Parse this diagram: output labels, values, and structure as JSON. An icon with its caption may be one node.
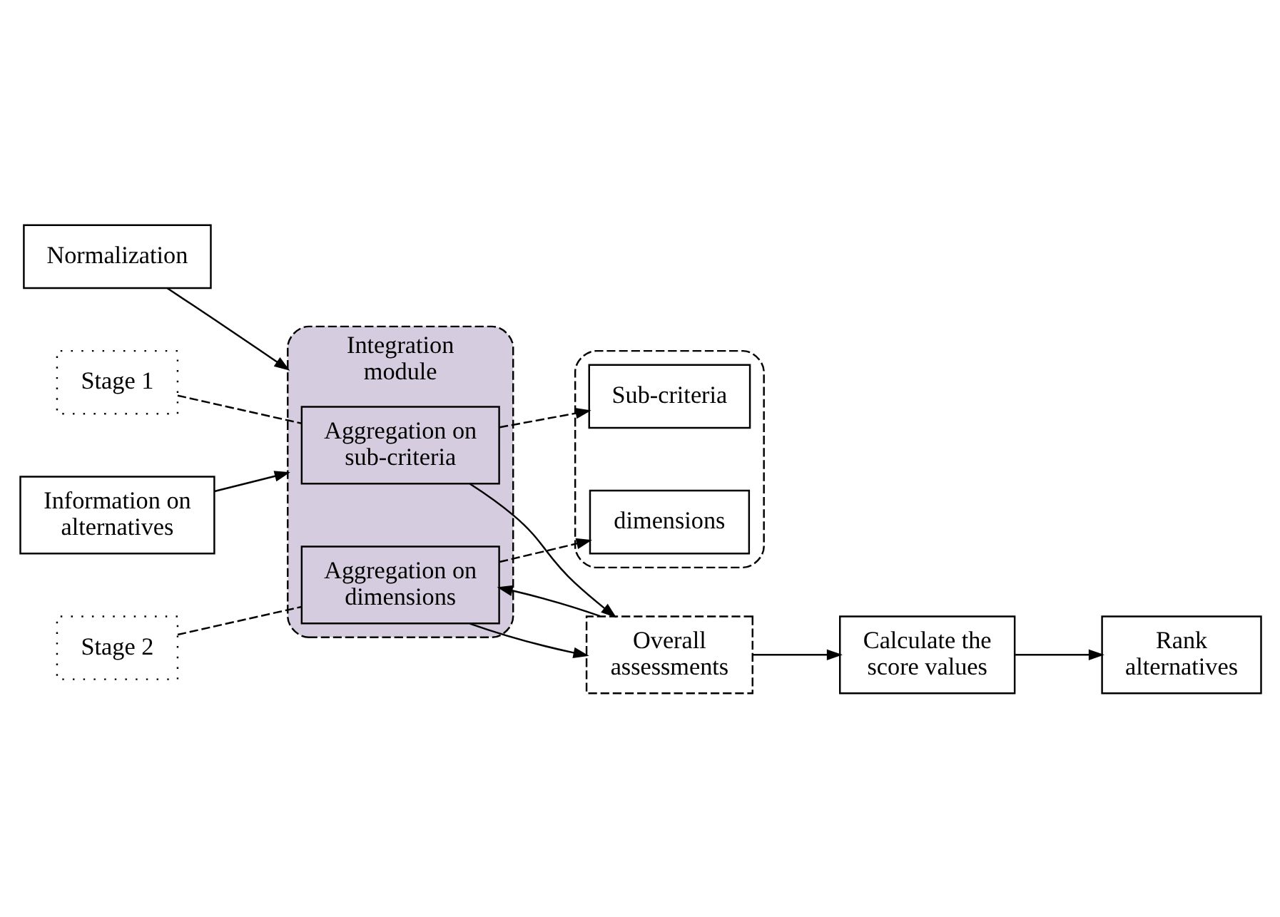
{
  "diagram": {
    "nodes": [
      {
        "text": [
          "Information on alternatives"
        ]
      },
      {
        "text": [
          "Normalization"
        ]
      },
      {
        "text": [
          "Integration module"
        ]
      },
      {
        "text": [
          "Aggregation on sub-criteria"
        ],
        "in": 2
      },
      {
        "text": [
          "Aggregation on dimensions"
        ],
        "in": 2
      },
      {
        "text": [],
        "shape": "box"
      },
      {
        "text": [
          "Sub-criteria"
        ],
        "in": 5
      },
      {
        "text": [
          "dimensions"
        ],
        "in": 5
      },
      {
        "text": [
          "Stage 1"
        ]
      },
      {
        "text": [
          "Stage 2"
        ]
      },
      {
        "text": [
          "Overall assessments"
        ]
      },
      {
        "text": [
          "Calculate the score values"
        ]
      },
      {
        "text": [
          "Rank alternatives"
        ]
      }
    ],
    "edges": [
      {
        "from": 0,
        "to": 2,
        "arrow": "to"
      },
      {
        "from": 1,
        "to": 2,
        "arrow": "to"
      },
      {
        "from": 3,
        "to": 6,
        "arrow": "to",
        "style": "dashed"
      },
      {
        "from": 4,
        "to": 7,
        "arrow": "to",
        "style": "dashed"
      },
      {
        "from": 8,
        "to": 3,
        "arrow": "none",
        "style": "dashed"
      },
      {
        "from": 9,
        "to": 4,
        "arrow": "none",
        "style": "dashed"
      },
      {
        "from": 3,
        "to": 10,
        "arrow": "to"
      },
      {
        "from": 10,
        "to": 4,
        "arrow": "to"
      },
      {
        "from": 4,
        "to": 10,
        "arrow": "to"
      },
      {
        "from": 10,
        "to": 11,
        "arrow": "to"
      },
      {
        "from": 11,
        "to": 12,
        "arrow": "to"
      }
    ]
  }
}
